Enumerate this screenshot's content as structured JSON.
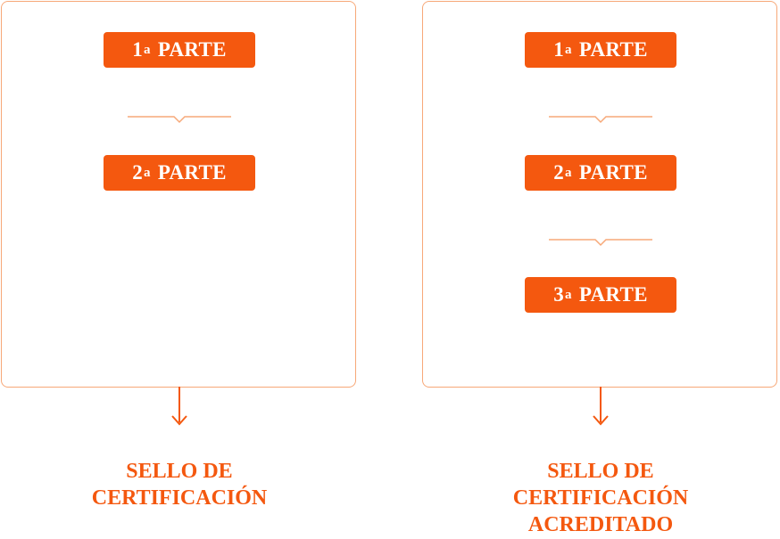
{
  "left_panel": {
    "badges": [
      {
        "number": "1",
        "ordinal": "a",
        "word": "PARTE"
      },
      {
        "number": "2",
        "ordinal": "a",
        "word": "PARTE"
      }
    ],
    "seal_lines": [
      "SELLO DE",
      "CERTIFICACIÓN"
    ]
  },
  "right_panel": {
    "badges": [
      {
        "number": "1",
        "ordinal": "a",
        "word": "PARTE"
      },
      {
        "number": "2",
        "ordinal": "a",
        "word": "PARTE"
      },
      {
        "number": "3",
        "ordinal": "a",
        "word": "PARTE"
      }
    ],
    "seal_lines": [
      "SELLO DE",
      "CERTIFICACIÓN",
      "ACREDITADO"
    ]
  },
  "colors": {
    "accent": "#f4580f",
    "border": "#f7a878"
  }
}
